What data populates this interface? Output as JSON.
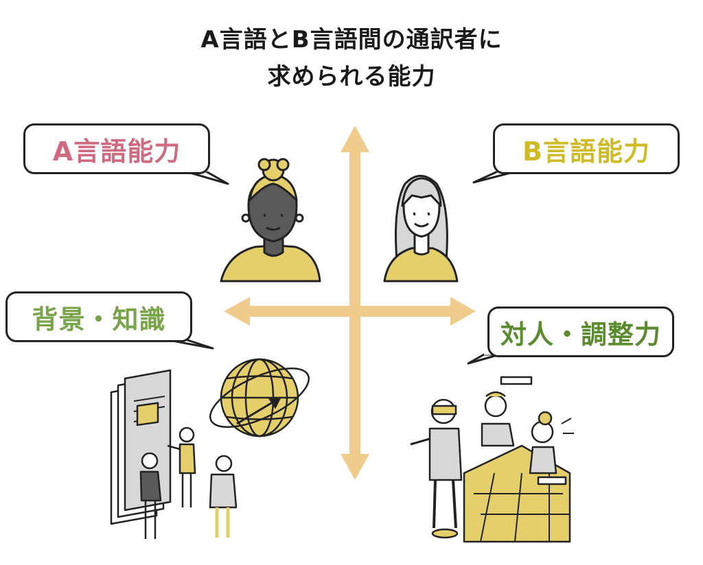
{
  "title": {
    "line1": "A言語とB言語間の通訳者に",
    "line2": "求められる能力"
  },
  "quadrants": {
    "top_left": {
      "label": "A言語能力",
      "color": "#d06a80"
    },
    "top_right": {
      "label": "B言語能力",
      "color": "#cfba27"
    },
    "bottom_left": {
      "label": "背景・知識",
      "color": "#7aa44a"
    },
    "bottom_right": {
      "label": "対人・調整力",
      "color": "#5a8c2e"
    }
  },
  "colors": {
    "arrow": "#efcc8c",
    "accent_yellow": "#e5cf6b",
    "skin_dark": "#5a5a5a",
    "outline": "#222222",
    "clothes_gray": "#d8d8d8"
  }
}
